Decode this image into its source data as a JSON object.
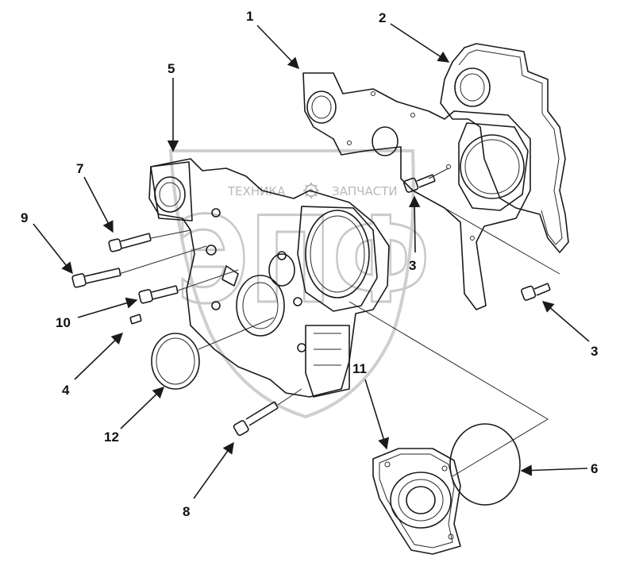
{
  "diagram": {
    "callouts": [
      {
        "id": "1",
        "label": "1"
      },
      {
        "id": "2",
        "label": "2"
      },
      {
        "id": "3a",
        "label": "3"
      },
      {
        "id": "3b",
        "label": "3"
      },
      {
        "id": "4",
        "label": "4"
      },
      {
        "id": "5",
        "label": "5"
      },
      {
        "id": "6",
        "label": "6"
      },
      {
        "id": "7",
        "label": "7"
      },
      {
        "id": "8",
        "label": "8"
      },
      {
        "id": "9",
        "label": "9"
      },
      {
        "id": "10",
        "label": "10"
      },
      {
        "id": "11",
        "label": "11"
      },
      {
        "id": "12",
        "label": "12"
      }
    ],
    "watermark": {
      "left_text": "ТЕХНИКА",
      "right_text": "ЗАПЧАСТИ",
      "logo_letters": "ЭПФ",
      "icon": "gear-icon"
    },
    "colors": {
      "line": "#1a1a1a",
      "watermark": "#c9c9c9"
    }
  }
}
